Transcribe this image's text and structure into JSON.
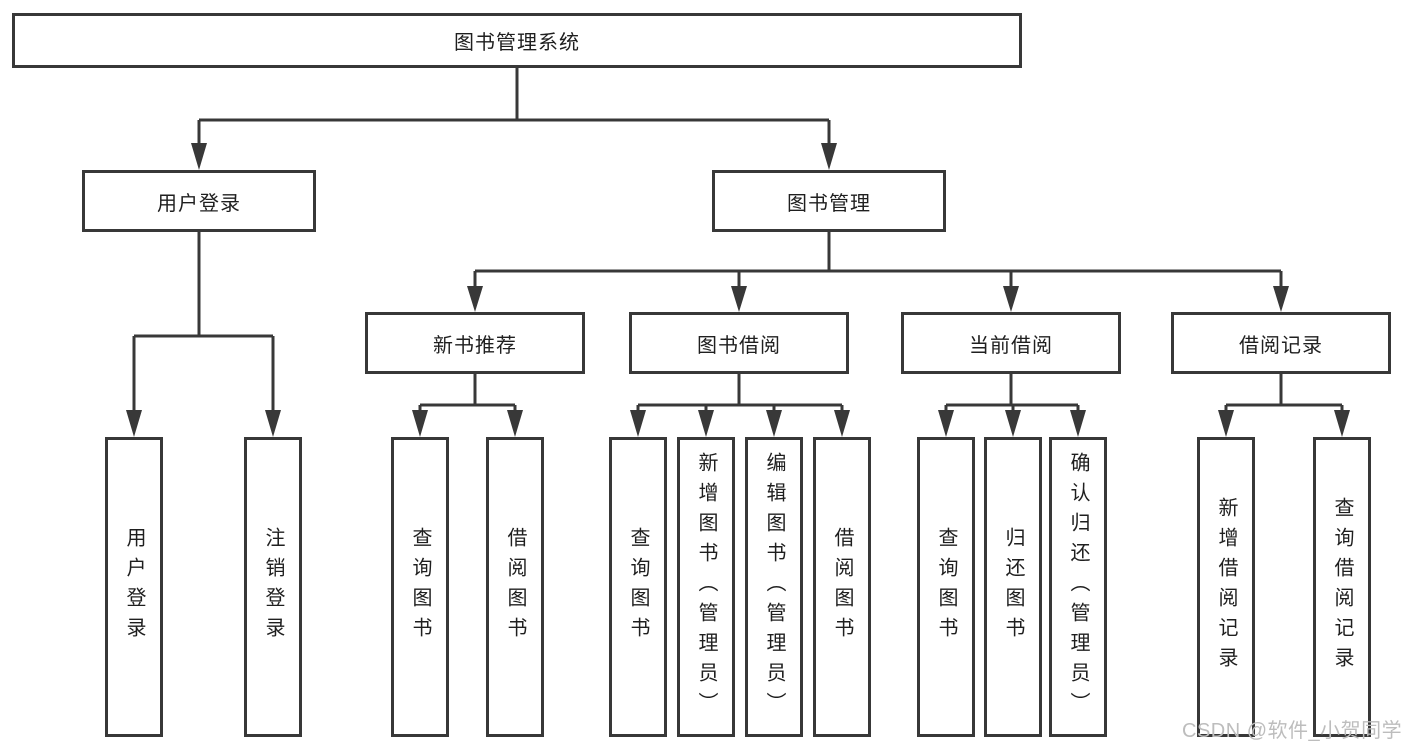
{
  "diagram": {
    "title": "图书管理系统",
    "level2": {
      "user_login": "用户登录",
      "book_management": "图书管理"
    },
    "level3": {
      "new_book": "新书推荐",
      "book_borrow": "图书借阅",
      "current_borrow": "当前借阅",
      "borrow_record": "借阅记录"
    },
    "leaves": {
      "user": [
        "用户登录",
        "注销登录"
      ],
      "new_book": [
        "查询图书",
        "借阅图书"
      ],
      "book_borrow": [
        "查询图书",
        "新增图书（管理员）",
        "编辑图书（管理员）",
        "借阅图书"
      ],
      "current_borrow": [
        "查询图书",
        "归还图书",
        "确认归还（管理员）"
      ],
      "borrow_record": [
        "新增借阅记录",
        "查询借阅记录"
      ]
    }
  },
  "watermark": "CSDN @软件_小贺同学",
  "colors": {
    "line": "#383838",
    "box_border": "#383838",
    "text": "#1f1f1f",
    "watermark": "#bdbdbd",
    "background": "#ffffff"
  }
}
